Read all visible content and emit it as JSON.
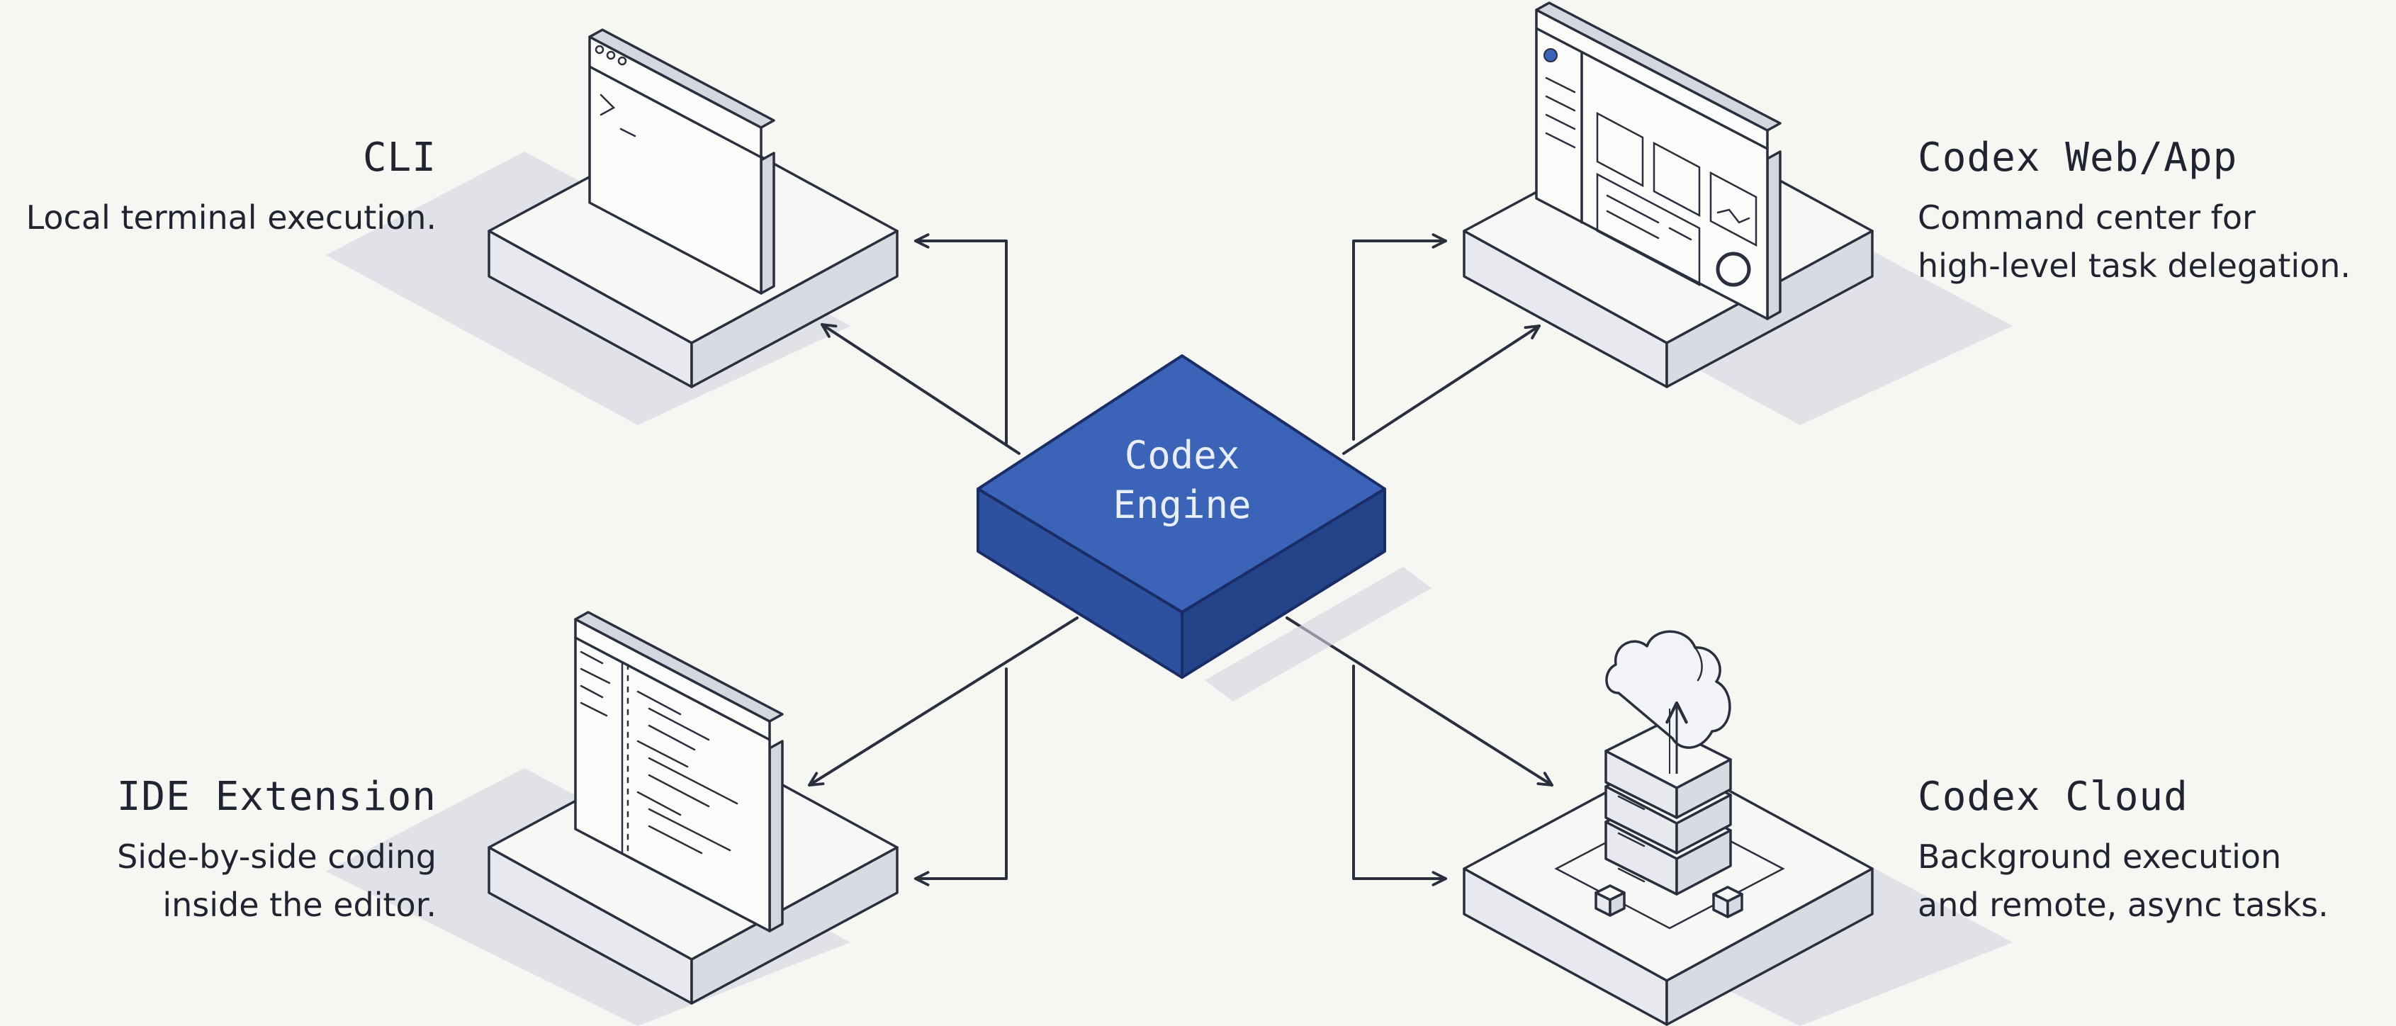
{
  "engine": {
    "line1": "Codex",
    "line2": "Engine"
  },
  "nodes": {
    "cli": {
      "title": "CLI",
      "desc_lines": [
        "Local terminal execution."
      ]
    },
    "web_app": {
      "title": "Codex Web/App",
      "desc_lines": [
        "Command center for",
        "high-level task delegation."
      ]
    },
    "ide": {
      "title": "IDE Extension",
      "desc_lines": [
        "Side-by-side coding",
        "inside the editor."
      ]
    },
    "cloud": {
      "title": "Codex Cloud",
      "desc_lines": [
        "Background execution",
        "and remote, async tasks."
      ]
    }
  },
  "colors": {
    "engine_top": "#3b63b8",
    "engine_side_left": "#2d509f",
    "engine_side_right": "#244489",
    "ink": "#2a2f3d",
    "background": "#f6f6f3"
  },
  "icons": [
    "terminal-icon",
    "dashboard-icon",
    "code-editor-icon",
    "cloud-upload-server-icon"
  ]
}
